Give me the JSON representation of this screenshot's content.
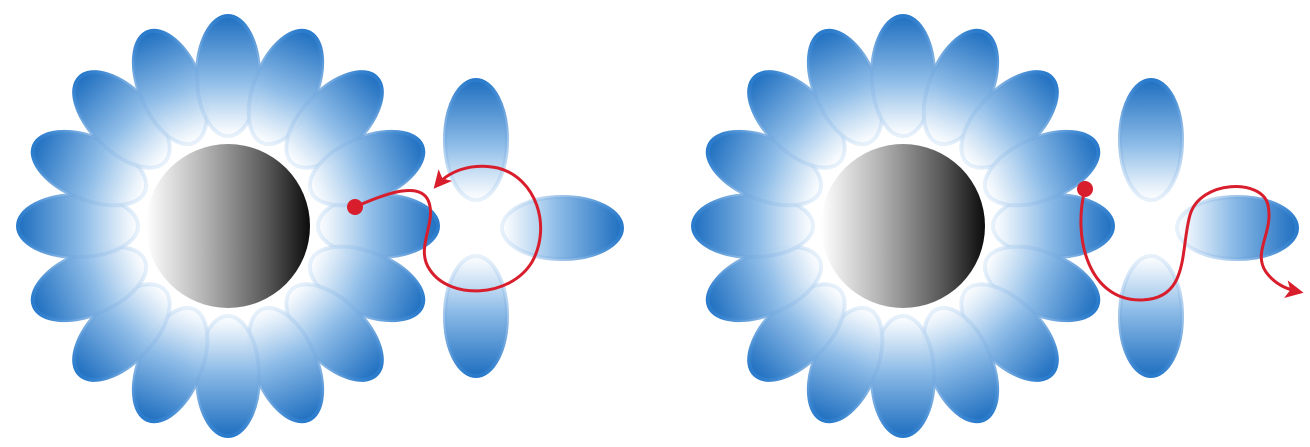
{
  "colors": {
    "lobe_blue": "#1f6fc0",
    "lobe_light": "#e8f1fb",
    "sphere_dark": "#111111",
    "sphere_light": "#ffffff",
    "path_red": "#d81e2c"
  },
  "panels": [
    {
      "id": "left",
      "ring_lobes": 16,
      "loose_lobes": 3,
      "path_style": "loop with arrow returning toward start"
    },
    {
      "id": "right",
      "ring_lobes": 16,
      "loose_lobes": 3,
      "path_style": "wavy path exiting with arrow"
    }
  ]
}
